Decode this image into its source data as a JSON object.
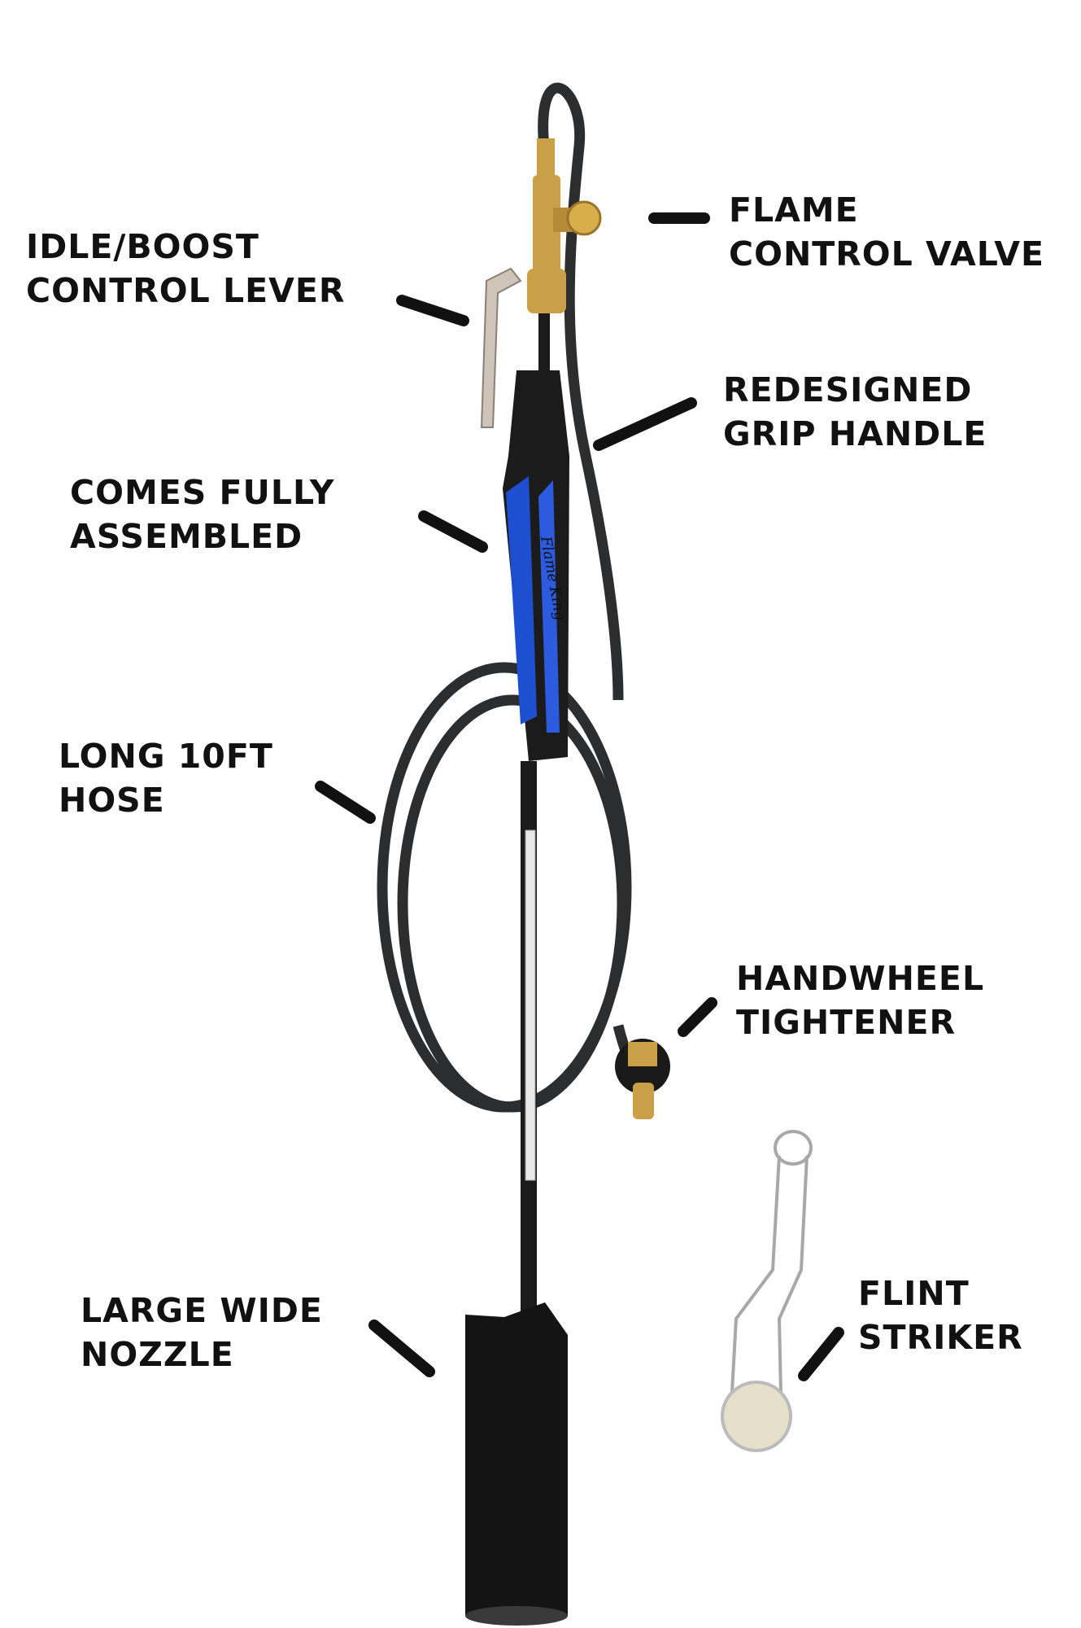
{
  "colors": {
    "text": "#111111",
    "hose": "#2b2d2f",
    "grip_blue": "#1f4fd1",
    "brass": "#c9a048",
    "nozzle": "#141414"
  },
  "brand_logo": "Flame King",
  "labels": {
    "lever": {
      "line1": "IDLE/BOOST",
      "line2": "CONTROL LEVER"
    },
    "valve": {
      "line1": "FLAME",
      "line2": "CONTROL VALVE"
    },
    "grip": {
      "line1": "REDESIGNED",
      "line2": "GRIP HANDLE"
    },
    "assembled": {
      "line1": "COMES FULLY",
      "line2": "ASSEMBLED"
    },
    "hose": {
      "line1": "LONG 10FT",
      "line2": "HOSE"
    },
    "handwheel": {
      "line1": "HANDWHEEL",
      "line2": "TIGHTENER"
    },
    "nozzle": {
      "line1": "LARGE WIDE",
      "line2": "NOZZLE"
    },
    "striker": {
      "line1": "FLINT",
      "line2": "STRIKER"
    }
  }
}
